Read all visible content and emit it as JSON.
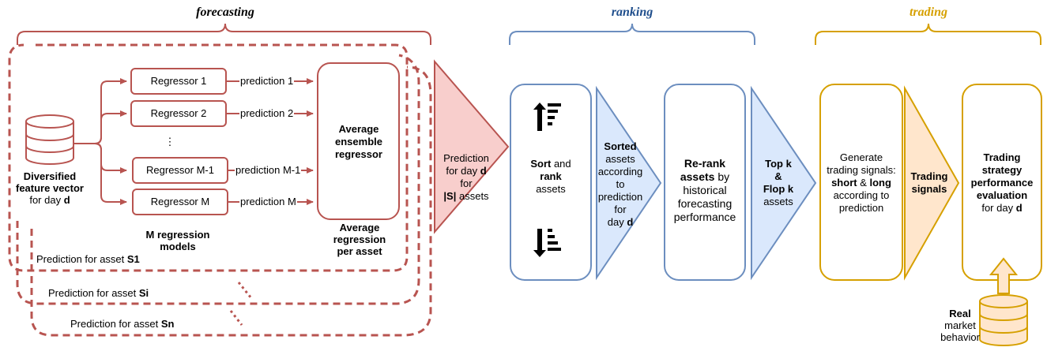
{
  "colors": {
    "forecasting": "#b85450",
    "forecasting_fill": "#f8cecc",
    "ranking": "#6c8ebf",
    "ranking_fill": "#dae8fc",
    "trading": "#d6a000",
    "trading_fill": "#ffe6cc",
    "trading_db_fill": "#ffe6cc"
  },
  "sections": {
    "forecasting": "forecasting",
    "ranking": "ranking",
    "trading": "trading"
  },
  "forecasting": {
    "feature_vector": {
      "line1": "Diversified",
      "line2": "feature vector",
      "line3_pre": "for day ",
      "line3_bold": "d"
    },
    "regressors": [
      "Regressor 1",
      "Regressor 2",
      "Regressor M-1",
      "Regressor M"
    ],
    "dots": "⋮",
    "predictions": [
      "prediction 1",
      "prediction 2",
      "prediction M-1",
      "prediction M"
    ],
    "ensemble": "Average ensemble regressor",
    "avg_label_line1": "Average",
    "avg_label_line2": "regression",
    "avg_label_line3": "per asset",
    "models_line1": "M regression",
    "models_line2": "models",
    "assets": [
      {
        "pre": "Prediction for asset ",
        "bold": "S1"
      },
      {
        "pre": "Prediction for asset ",
        "bold": "Si"
      },
      {
        "pre": "Prediction for asset ",
        "bold": "Sn"
      }
    ],
    "output": {
      "line1": "Prediction",
      "line2_pre": "for day ",
      "line2_bold": "d",
      "line3": "for",
      "line4_bold": "|S|",
      "line4_post": " assets"
    }
  },
  "ranking": {
    "sort_bold1": "Sort",
    "sort_mid": " and",
    "sort_bold2": "rank",
    "sort_post": "assets",
    "sorted": {
      "bold": "Sorted",
      "line2": "assets",
      "line3": "according",
      "line4": "to",
      "line5": "prediction",
      "line6": "for",
      "line7_pre": "day ",
      "line7_bold": "d"
    },
    "rerank": {
      "bold1": "Re-rank",
      "bold2": "assets",
      "post2": " by",
      "line3": "historical",
      "line4": "forecasting",
      "line5": "performance"
    },
    "topflop": {
      "line1": "Top k",
      "line2": "&",
      "line3": "Flop k",
      "line4": "assets"
    }
  },
  "trading": {
    "generate": {
      "line1": "Generate",
      "line2": "trading signals:",
      "bold_short": "short",
      "amp": " & ",
      "bold_long": "long",
      "line4": "according to",
      "line5": "prediction"
    },
    "signals": {
      "line1": "Trading",
      "line2": "signals"
    },
    "evaluation": {
      "line1": "Trading",
      "line2": "strategy",
      "line3": "performance",
      "line4": "evaluation",
      "line5_pre": "for day ",
      "line5_bold": "d"
    },
    "market": {
      "bold": "Real",
      "line2": "market",
      "line3": "behavior"
    }
  }
}
